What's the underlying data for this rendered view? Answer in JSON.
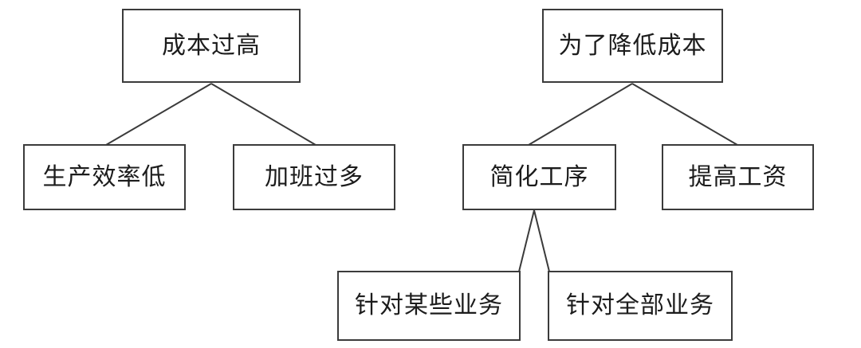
{
  "diagram": {
    "type": "tree-diagram",
    "background_color": "#ffffff",
    "node_border_color": "#3b3b3b",
    "node_fill_color": "#ffffff",
    "text_color": "#1c1c1c",
    "connector_color": "#3b3b3b",
    "trees": [
      {
        "name": "problem-tree",
        "root": {
          "id": "cost-high",
          "label": "成本过高",
          "children": [
            {
              "id": "low-efficiency",
              "label": "生产效率低",
              "children": []
            },
            {
              "id": "overtime",
              "label": "加班过多",
              "children": []
            }
          ]
        }
      },
      {
        "name": "solution-tree",
        "root": {
          "id": "reduce-cost",
          "label": "为了降低成本",
          "children": [
            {
              "id": "simplify-process",
              "label": "简化工序",
              "children": [
                {
                  "id": "some-business",
                  "label": "针对某些业务",
                  "children": []
                },
                {
                  "id": "all-business",
                  "label": "针对全部业务",
                  "children": []
                }
              ]
            },
            {
              "id": "raise-wage",
              "label": "提高工资",
              "children": []
            }
          ]
        }
      }
    ],
    "edges": [
      {
        "from": "cost-high",
        "to": "low-efficiency"
      },
      {
        "from": "cost-high",
        "to": "overtime"
      },
      {
        "from": "reduce-cost",
        "to": "simplify-process"
      },
      {
        "from": "reduce-cost",
        "to": "raise-wage"
      },
      {
        "from": "simplify-process",
        "to": "some-business"
      },
      {
        "from": "simplify-process",
        "to": "all-business"
      }
    ]
  }
}
